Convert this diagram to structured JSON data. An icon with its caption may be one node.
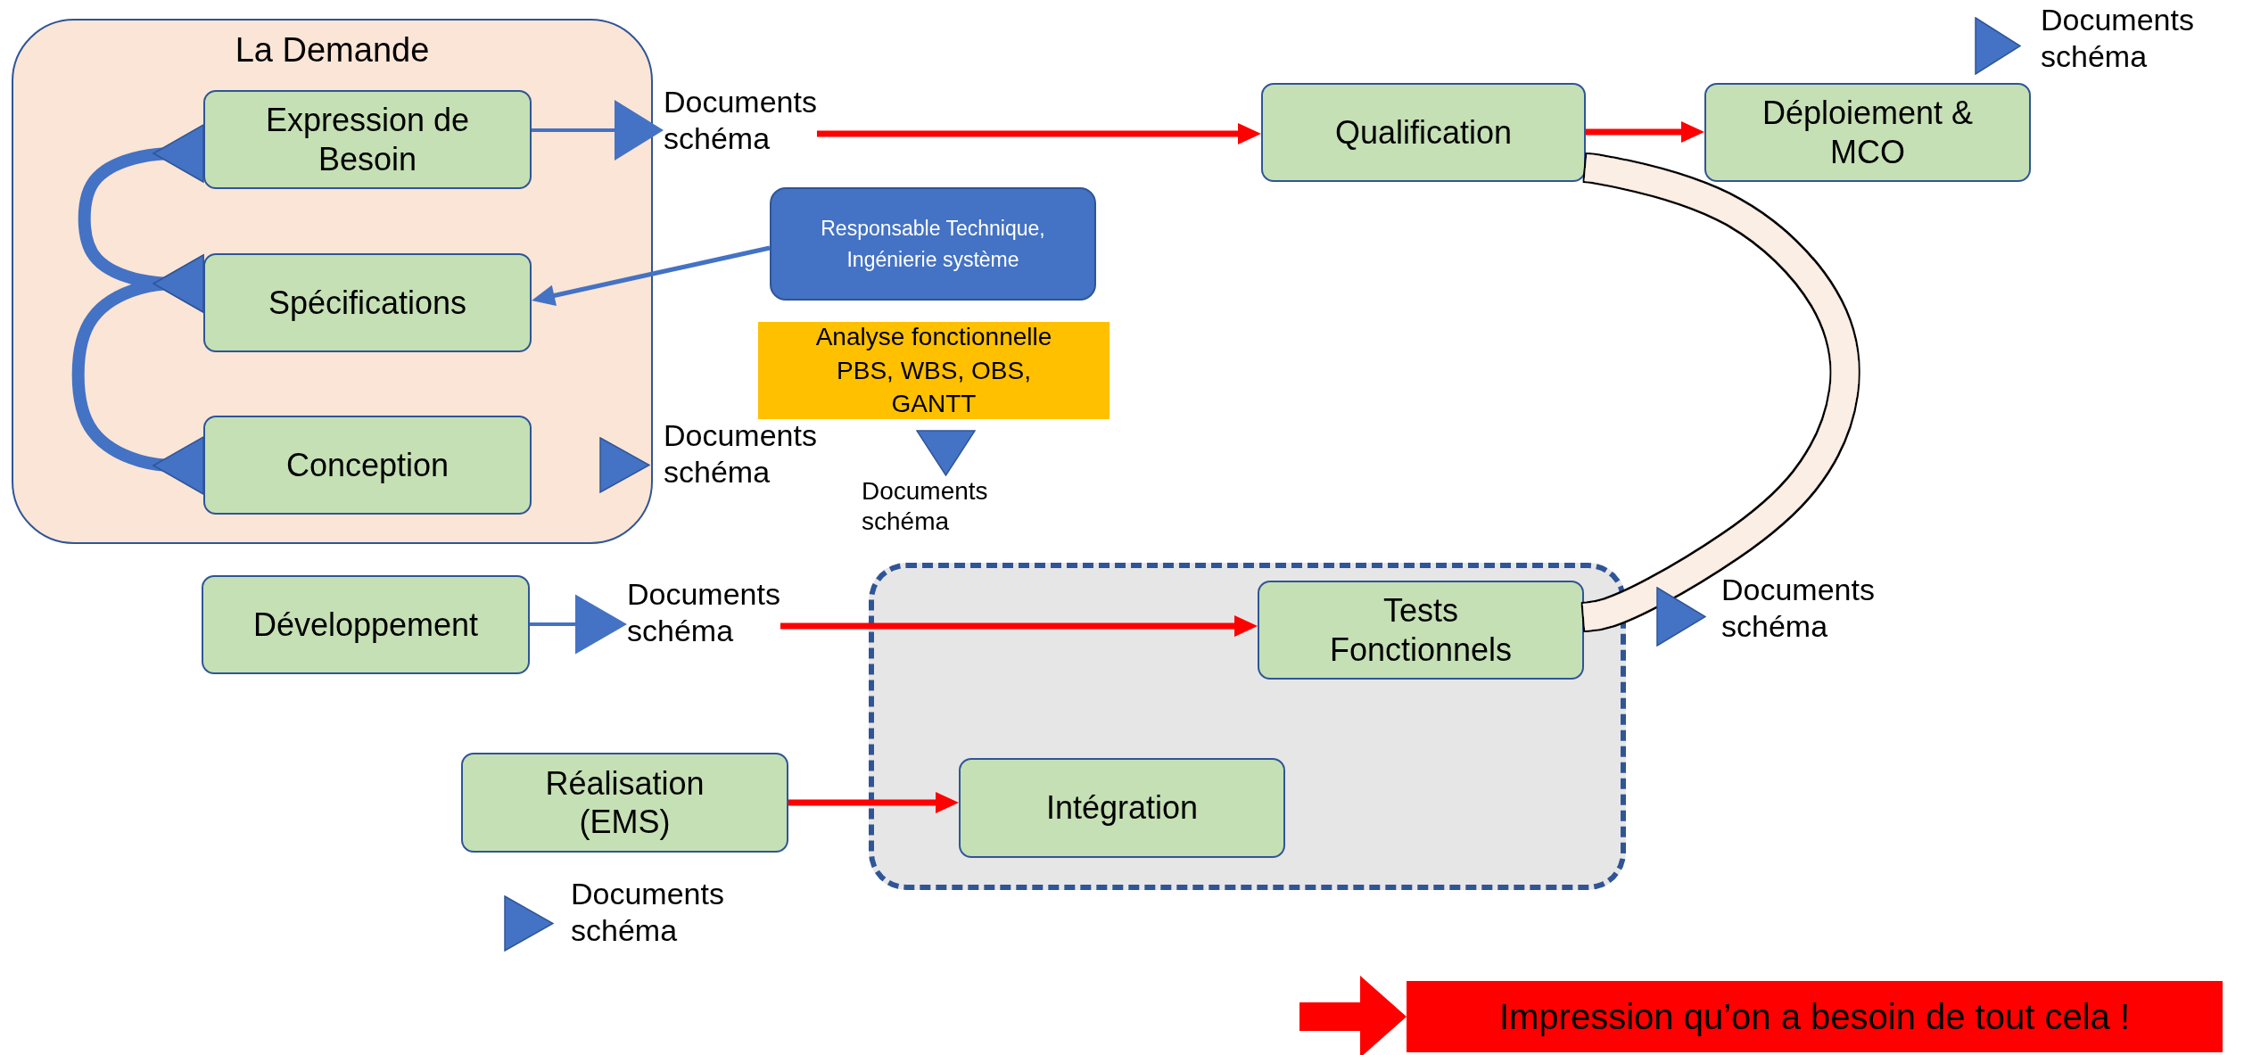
{
  "diagram": {
    "nodes": [
      {
        "text": [
          "La Demande"
        ]
      },
      {
        "text": [
          "Expression de Besoin"
        ],
        "in": 0
      },
      {
        "text": [
          "Spécifications"
        ],
        "in": 0
      },
      {
        "text": [
          "Conception"
        ],
        "in": 0
      },
      {
        "text": [
          "Documents schéma"
        ]
      },
      {
        "text": [
          "Responsable Technique, Ingénierie système"
        ]
      },
      {
        "text": [
          "Analyse fonctionnelle PBS, WBS, OBS, GANTT"
        ]
      },
      {
        "text": [
          "Qualification"
        ]
      },
      {
        "text": [
          "Déploiement & MCO"
        ]
      },
      {
        "text": [
          "Développement"
        ]
      },
      {
        "text": [
          "Documents schéma"
        ]
      },
      {
        "text": [],
        "shape": "box"
      },
      {
        "text": [
          "Tests Fonctionnels"
        ],
        "in": 11
      },
      {
        "text": [
          "Intégration"
        ],
        "in": 11
      },
      {
        "text": [
          "Réalisation (EMS)"
        ]
      },
      {
        "text": [
          "Impression qu’on a besoin de tout cela !"
        ]
      }
    ],
    "edges": [
      {
        "from": 4,
        "to": 7,
        "arrow": "to"
      },
      {
        "from": 7,
        "to": 8,
        "arrow": "to"
      },
      {
        "from": 5,
        "to": 2,
        "arrow": "to",
        "color": "#4472c4"
      },
      {
        "from": 1,
        "to": 2,
        "arrow": "both",
        "style": "thick",
        "color": "#4472c4"
      },
      {
        "from": 2,
        "to": 3,
        "arrow": "both",
        "style": "thick",
        "color": "#4472c4"
      },
      {
        "from": 10,
        "to": 12,
        "arrow": "to"
      },
      {
        "from": 14,
        "to": 13,
        "arrow": "to"
      },
      {
        "from": 7,
        "to": 12,
        "arrow": "none",
        "style": "thick",
        "color": "#fbeee4"
      },
      {
        "from": null,
        "to": 15,
        "arrow": "to",
        "style": "thick"
      },
      {
        "from": 1,
        "to": 4,
        "arrow": "to",
        "color": "#4472c4"
      },
      {
        "from": 9,
        "to": 10,
        "arrow": "to",
        "color": "#4472c4"
      }
    ],
    "labels": [
      "Documents schéma",
      "Documents schéma",
      "Documents schéma",
      "Documents schéma",
      "Documents schéma"
    ]
  }
}
